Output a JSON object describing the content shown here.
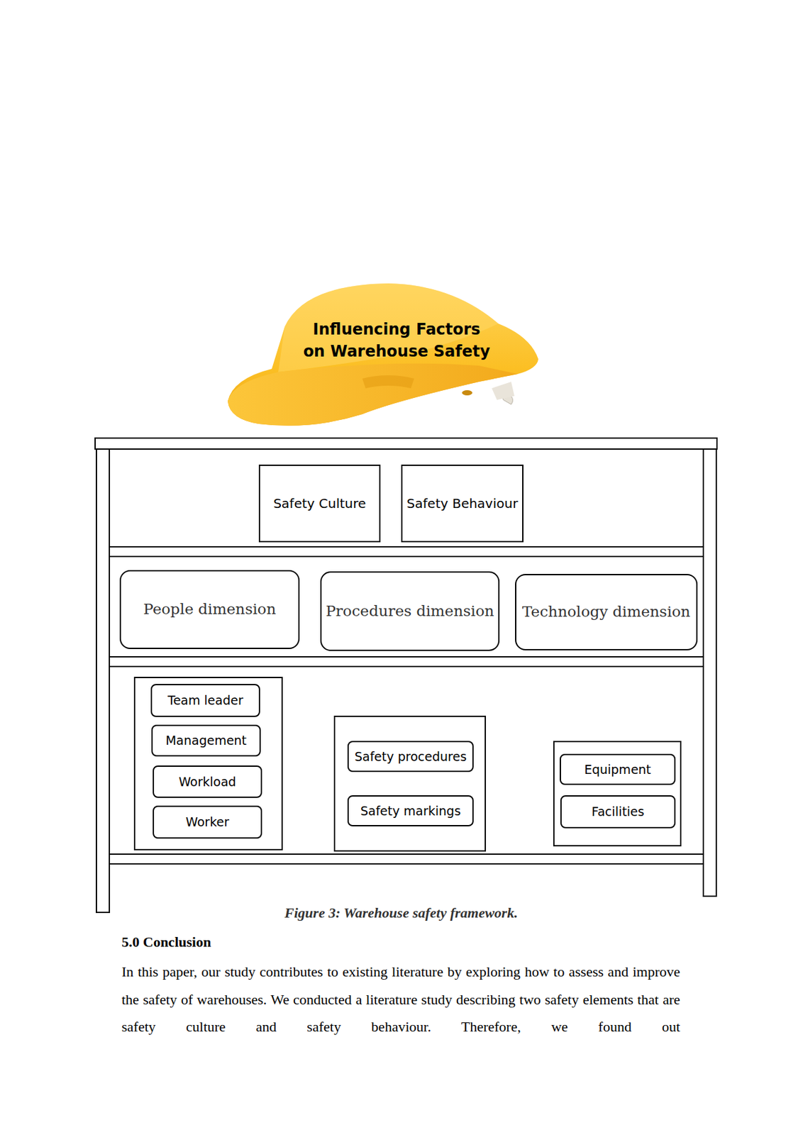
{
  "diagram": {
    "title": "Influencing Factors on Warehouse Safety",
    "caption": "Figure 3: Warehouse safety framework.",
    "nodes": [
      {
        "text": [
          "Safety Culture"
        ]
      },
      {
        "text": [
          "Safety Behaviour"
        ]
      },
      {
        "text": [
          "People dimension"
        ]
      },
      {
        "text": [
          "Procedures dimension"
        ]
      },
      {
        "text": [
          "Technology dimension"
        ]
      },
      {
        "text": [
          "Team leader"
        ]
      },
      {
        "text": [
          "Management"
        ]
      },
      {
        "text": [
          "Workload"
        ]
      },
      {
        "text": [
          "Worker"
        ]
      },
      {
        "text": [
          "Safety procedures"
        ]
      },
      {
        "text": [
          "Safety markings"
        ]
      },
      {
        "text": [
          "Equipment"
        ]
      },
      {
        "text": [
          "Facilities"
        ]
      }
    ],
    "labels": [
      "5.0 Conclusion",
      "In this paper, our study contributes to existing literature by exploring how to assess and improve the safety of warehouses. We conducted a literature study describing two safety elements that are safety culture and safety behaviour. Therefore, we found out"
    ]
  }
}
